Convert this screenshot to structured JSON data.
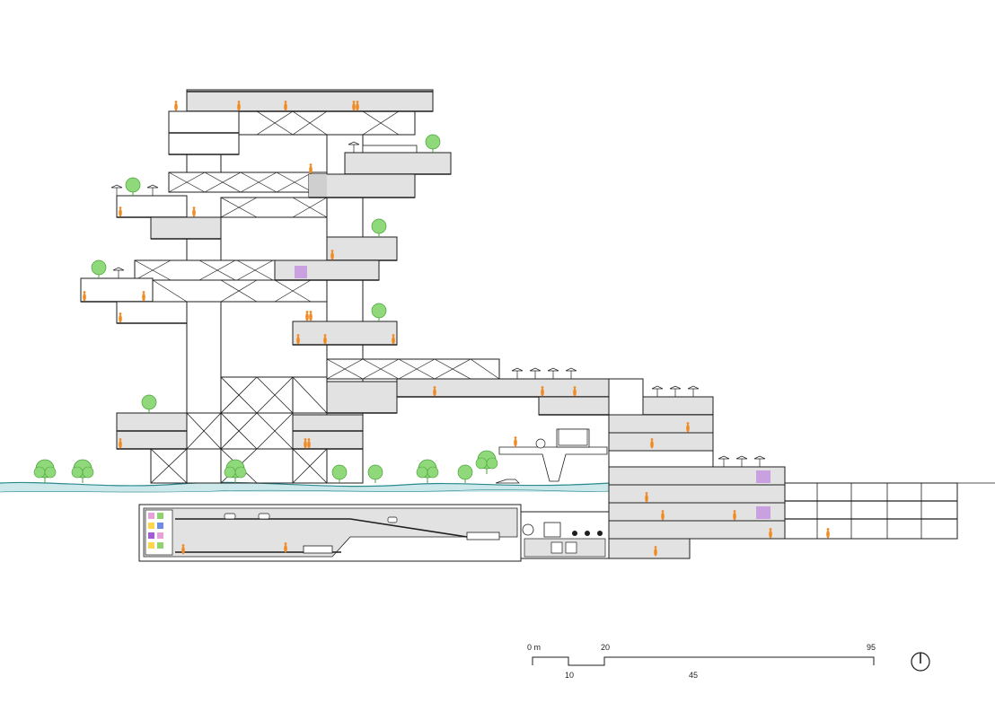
{
  "drawing": {
    "colors": {
      "line": "#1e1e1e",
      "slab_fill": "#e2e2e2",
      "dark_fill": "#cfcfcf",
      "water": "#cde8ea",
      "water_line": "#2b8a90",
      "tree": "#7ed06a",
      "tree_stroke": "#4aa23a",
      "person": "#f08a24",
      "accent_purple": "#a35bd6",
      "accent_green": "#8ed36c",
      "accent_blue": "#6e8be6",
      "pink": "#e8a0d8"
    },
    "icons": [
      "tree-icon",
      "person-icon",
      "umbrella-icon",
      "car-icon",
      "truck-icon",
      "north-arrow-icon"
    ]
  },
  "scale_bar": {
    "unit_label": "0 m",
    "ticks": [
      "10",
      "20",
      "45",
      "95"
    ]
  }
}
